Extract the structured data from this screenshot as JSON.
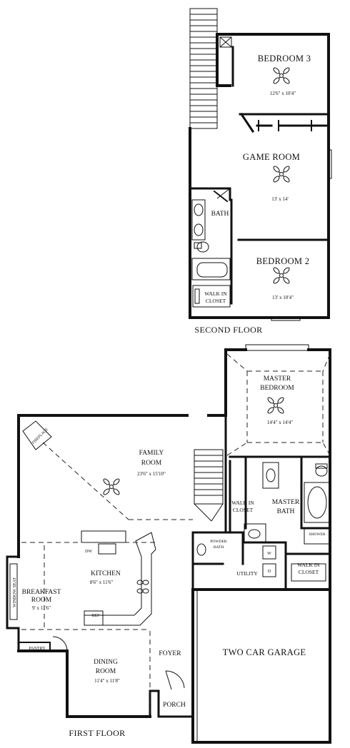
{
  "second_floor": {
    "title": "SECOND FLOOR",
    "rooms": {
      "bedroom3": {
        "name": "BEDROOM 3",
        "dims": "12'6\" x 10'4\""
      },
      "game_room": {
        "name": "GAME ROOM",
        "dims": "13' x 14'"
      },
      "bath": {
        "name": "BATH"
      },
      "bedroom2": {
        "name": "BEDROOM 2",
        "dims": "13' x 10'4\""
      },
      "walk_in_closet": {
        "line1": "WALK IN",
        "line2": "CLOSET"
      }
    }
  },
  "first_floor": {
    "title": "FIRST FLOOR",
    "rooms": {
      "master_bedroom": {
        "line1": "MASTER",
        "line2": "BEDROOM",
        "dims": "14'4\" x 14'4\""
      },
      "family_room": {
        "line1": "FAMILY",
        "line2": "ROOM",
        "dims": "23'6\" x 15'10\""
      },
      "fireplace": "FIREPLACE",
      "walk_in_closet_master": {
        "line1": "WALK IN",
        "line2": "CLOSET"
      },
      "master_bath": {
        "line1": "MASTER",
        "line2": "BATH"
      },
      "shower": "SHOWER",
      "walk_in_closet_2": {
        "line1": "WALK IN",
        "line2": "CLOSET"
      },
      "powder_bath": {
        "line1": "POWDER",
        "line2": "BATH"
      },
      "utility": "UTILITY",
      "washer": "W",
      "dryer": "D",
      "kitchen": {
        "name": "KITCHEN",
        "dims": "8'6\" x 11'6\""
      },
      "dw": "DW",
      "ref": "REF",
      "window_seat": "WINDOW SEAT",
      "breakfast_room": {
        "line1": "BREAKFAST",
        "line2": "ROOM",
        "dims": "9' x 11'6\""
      },
      "pantry": "PANTRY",
      "dining_room": {
        "line1": "DINING",
        "line2": "ROOM",
        "dims": "11'4\" x 11'8\""
      },
      "foyer": "FOYER",
      "porch": "PORCH",
      "garage": "TWO CAR GARAGE"
    }
  }
}
